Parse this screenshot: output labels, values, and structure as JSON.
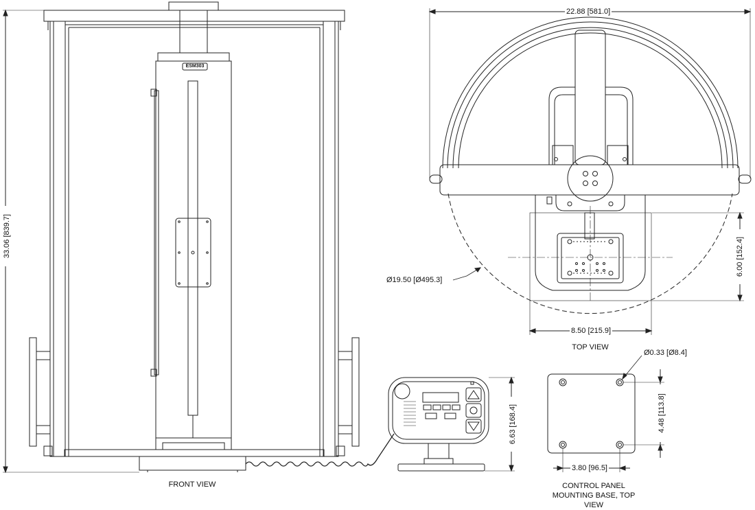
{
  "title": "",
  "front_view": {
    "caption": "FRONT VIEW",
    "model_label": "ESM303",
    "height_dim": "33.06 [839.7]"
  },
  "top_view": {
    "caption": "TOP VIEW",
    "width_dim": "22.88 [581.0]",
    "diameter_dim": "Ø19.50 [Ø495.3]",
    "depth_dim": "6.00 [152.4]",
    "base_width_dim": "8.50 [215.9]"
  },
  "control_panel": {
    "height_dim": "6.63 [168.4]"
  },
  "mounting_base": {
    "caption": "CONTROL PANEL MOUNTING BASE, TOP VIEW",
    "hole_dim": "Ø0.33 [Ø8.4]",
    "height_dim": "4.48 [113.8]",
    "width_dim": "3.80 [96.5]"
  }
}
